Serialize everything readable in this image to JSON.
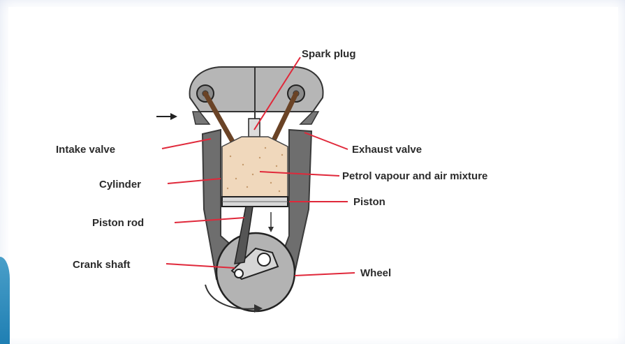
{
  "labels": {
    "spark_plug": "Spark plug",
    "intake_valve": "Intake valve",
    "cylinder": "Cylinder",
    "piston_rod": "Piston rod",
    "crank_shaft": "Crank shaft",
    "exhaust_valve": "Exhaust valve",
    "mixture": "Petrol vapour and air mixture",
    "piston": "Piston",
    "wheel": "Wheel"
  },
  "colors": {
    "leader_line": "#e0283a",
    "body_dark": "#6e6e6e",
    "head_light": "#bdbdbd",
    "mixture_fill": "#f0d8bc",
    "accent": "#1f7fb3"
  }
}
